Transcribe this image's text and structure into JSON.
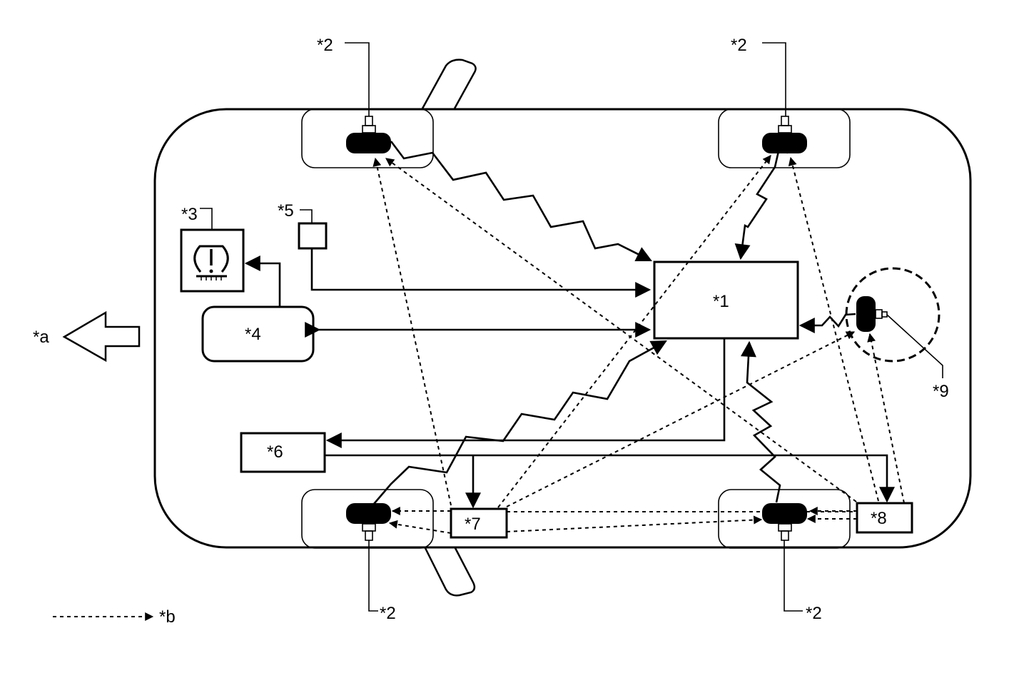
{
  "labels": {
    "ecu": "*1",
    "sensor_front_left": "*2",
    "sensor_front_right": "*2",
    "sensor_rear_left": "*2",
    "sensor_rear_right": "*2",
    "warning_light": "*3",
    "combination_meter": "*4",
    "switch": "*5",
    "component_6": "*6",
    "initializer_front": "*7",
    "initializer_rear": "*8",
    "spare_sensor": "*9",
    "front_direction": "*a",
    "legend_dashed": "*b"
  },
  "icons": {
    "warning_light": "tire-pressure-warning-icon",
    "front_direction": "arrow-left-icon"
  }
}
